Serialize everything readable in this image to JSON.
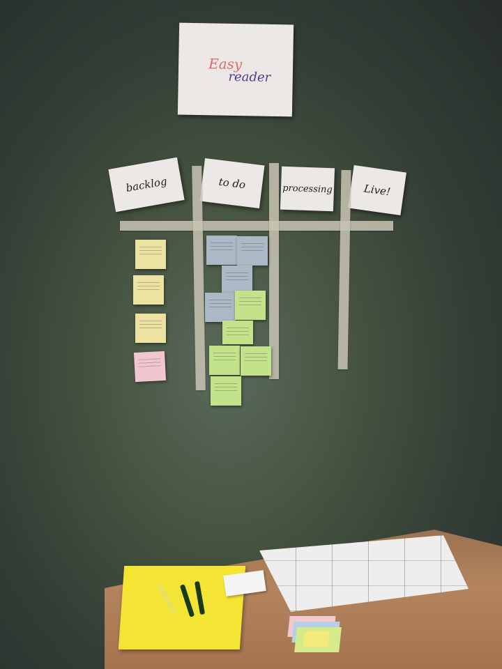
{
  "wall": {
    "title_card": {
      "line1": "Easy",
      "line2": "reader"
    },
    "columns": [
      {
        "label": "backlog"
      },
      {
        "label": "to do"
      },
      {
        "label": "processing"
      },
      {
        "label": "Live!"
      }
    ]
  },
  "colors": {
    "wall": "#3d4a40",
    "paper": "#ece8e6",
    "note_yellow": "#ece3a2",
    "note_pink": "#f1c6ce",
    "note_green": "#c3e38a",
    "note_blue": "#aab9c5",
    "folder": "#f4e434",
    "desk": "#a5744e"
  }
}
